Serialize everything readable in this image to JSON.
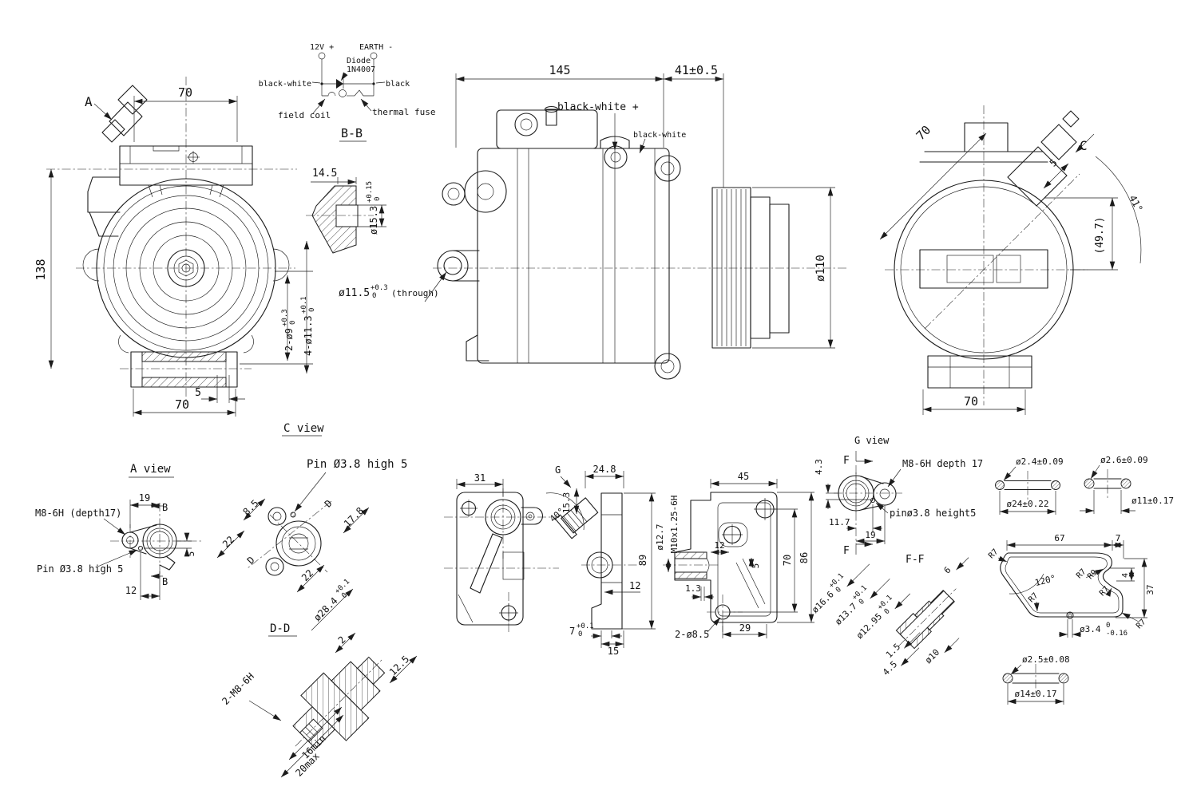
{
  "circuit": {
    "v12": "12V +",
    "earth": "EARTH -",
    "diode1": "Diode",
    "diode2": "1N4007",
    "bw": "black-white",
    "black": "black",
    "coil": "field coil",
    "fuse": "thermal fuse",
    "section": "B-B"
  },
  "bb": {
    "w": "14.5",
    "bore": "ø15.3",
    "tu": "+0.15",
    "tl": "0"
  },
  "front": {
    "a": "A",
    "top70": "70",
    "h138": "138",
    "h2": "2-ø9",
    "h2tu": "+0.3",
    "h2tl": "0",
    "h4": "4-ø11.3",
    "h4tu": "+0.1",
    "h4tl": "0",
    "off5": "5",
    "bot70": "70",
    "cview": "C view"
  },
  "side": {
    "len": "145",
    "len2": "41±0.5",
    "bwp": "black-white +",
    "bw": "black-white",
    "thr": "ø11.5",
    "thrtu": "+0.3",
    "thrtl": "0",
    "thrsfx": "(through)",
    "pulley": "ø110"
  },
  "rear": {
    "diag70": "70",
    "c": "C",
    "off5": "5",
    "ang": "41°",
    "h": "(49.7)",
    "bot70": "70"
  },
  "aview": {
    "title": "A view",
    "m8": "M8-6H (depth17)",
    "pin": "Pin Ø3.8 high 5",
    "d19": "19",
    "btop": "B",
    "bbot": "B",
    "d5": "5",
    "d12": "12"
  },
  "dview": {
    "title": "Pin Ø3.8 high 5",
    "d85": "8.5",
    "d22a": "22",
    "d178": "17.8",
    "d22b": "22",
    "da": "D",
    "db": "D",
    "bolt": "ø28.4",
    "tu": "+0.1",
    "tl": "0"
  },
  "dd": {
    "title": "D-D",
    "m8": "2-M8-6H",
    "d2": "2",
    "d125": "12.5",
    "dmin": "16min",
    "dmax": "20max"
  },
  "backplate": {
    "d31": "31"
  },
  "gside": {
    "g": "G",
    "d248": "24.8",
    "d153": "15.3",
    "ang": "40°",
    "d89": "89",
    "d12": "12",
    "d7": "7",
    "d7tu": "+0.1",
    "d7tl": "0",
    "d15": "15"
  },
  "plate": {
    "d45": "45",
    "bore": "ø12.7",
    "thread": "M10x1.25-6H",
    "d12": "12",
    "d5": "5",
    "d13": "1.3",
    "d70": "70",
    "d86": "86",
    "d29": "29",
    "holes": "2-ø8.5",
    "d43": "4.3"
  },
  "gview": {
    "title": "G view",
    "ftop": "F",
    "fbot": "F",
    "m8": "M8-6H depth 17",
    "pin": "pinø3.8 height5",
    "d117": "11.7",
    "d19": "19"
  },
  "ff": {
    "title": "F-F",
    "d1": "ø16.6",
    "d1tu": "+0.1",
    "d1tl": "0",
    "d2": "ø13.7",
    "d2tu": "+0.1",
    "d2tl": "0",
    "d3": "ø12.95",
    "d3tu": "+0.1",
    "d3tl": "0",
    "d15": "1.5",
    "d45": "4.5",
    "d10": "ø10",
    "d6": "6"
  },
  "oring1": {
    "cs": "ø2.4±0.09",
    "od": "ø24±0.22"
  },
  "oring2": {
    "cs": "ø2.6±0.09",
    "od": "ø11±0.17"
  },
  "gasket": {
    "d67": "67",
    "d7": "7",
    "r7a": "R7",
    "ang": "120°",
    "r7b": "R7",
    "r7c": "R7",
    "r9": "R9",
    "r7d": "R7",
    "d4": "4",
    "d37": "37",
    "r7e": "R7",
    "hole": "ø3.4",
    "tu": "0",
    "tl": "-0.16"
  },
  "oring3": {
    "cs": "ø2.5±0.08",
    "od": "ø14±0.17"
  }
}
